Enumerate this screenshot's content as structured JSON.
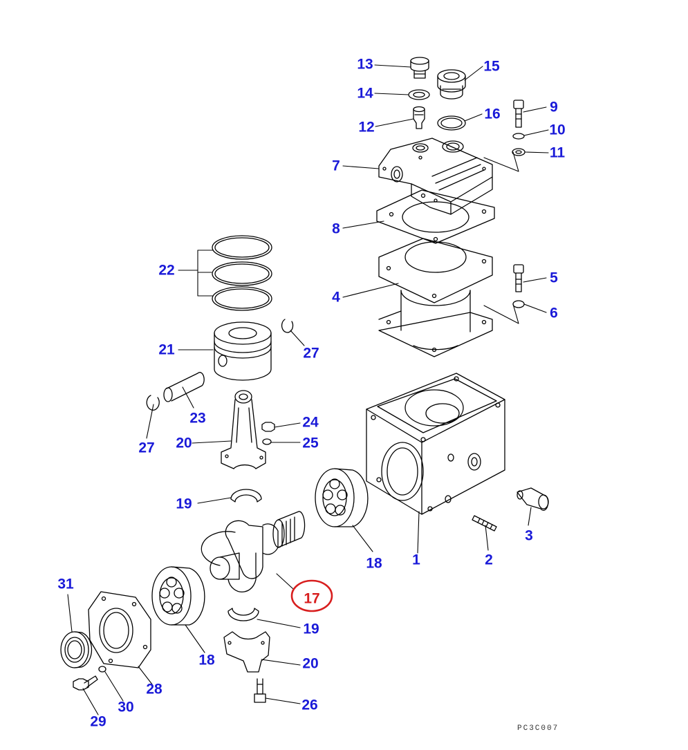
{
  "diagram": {
    "title": "",
    "drawing_code": "PC3C007",
    "accent_label_color": "#1a1ad8",
    "highlight_color": "#d81e1e",
    "line_color": "#000000"
  },
  "callouts": [
    {
      "id": "c1",
      "text": "1",
      "highlighted": false
    },
    {
      "id": "c2",
      "text": "2",
      "highlighted": false
    },
    {
      "id": "c3",
      "text": "3",
      "highlighted": false
    },
    {
      "id": "c4",
      "text": "4",
      "highlighted": false
    },
    {
      "id": "c5",
      "text": "5",
      "highlighted": false
    },
    {
      "id": "c6",
      "text": "6",
      "highlighted": false
    },
    {
      "id": "c7",
      "text": "7",
      "highlighted": false
    },
    {
      "id": "c8",
      "text": "8",
      "highlighted": false
    },
    {
      "id": "c9",
      "text": "9",
      "highlighted": false
    },
    {
      "id": "c10",
      "text": "10",
      "highlighted": false
    },
    {
      "id": "c11",
      "text": "11",
      "highlighted": false
    },
    {
      "id": "c12",
      "text": "12",
      "highlighted": false
    },
    {
      "id": "c13",
      "text": "13",
      "highlighted": false
    },
    {
      "id": "c14",
      "text": "14",
      "highlighted": false
    },
    {
      "id": "c15",
      "text": "15",
      "highlighted": false
    },
    {
      "id": "c16",
      "text": "16",
      "highlighted": false
    },
    {
      "id": "c17",
      "text": "17",
      "highlighted": true
    },
    {
      "id": "c18a",
      "text": "18",
      "highlighted": false
    },
    {
      "id": "c18b",
      "text": "18",
      "highlighted": false
    },
    {
      "id": "c19a",
      "text": "19",
      "highlighted": false
    },
    {
      "id": "c19b",
      "text": "19",
      "highlighted": false
    },
    {
      "id": "c20a",
      "text": "20",
      "highlighted": false
    },
    {
      "id": "c20b",
      "text": "20",
      "highlighted": false
    },
    {
      "id": "c21",
      "text": "21",
      "highlighted": false
    },
    {
      "id": "c22",
      "text": "22",
      "highlighted": false
    },
    {
      "id": "c23",
      "text": "23",
      "highlighted": false
    },
    {
      "id": "c24",
      "text": "24",
      "highlighted": false
    },
    {
      "id": "c25",
      "text": "25",
      "highlighted": false
    },
    {
      "id": "c26",
      "text": "26",
      "highlighted": false
    },
    {
      "id": "c27a",
      "text": "27",
      "highlighted": false
    },
    {
      "id": "c27b",
      "text": "27",
      "highlighted": false
    },
    {
      "id": "c28",
      "text": "28",
      "highlighted": false
    },
    {
      "id": "c29",
      "text": "29",
      "highlighted": false
    },
    {
      "id": "c30",
      "text": "30",
      "highlighted": false
    },
    {
      "id": "c31",
      "text": "31",
      "highlighted": false
    }
  ]
}
